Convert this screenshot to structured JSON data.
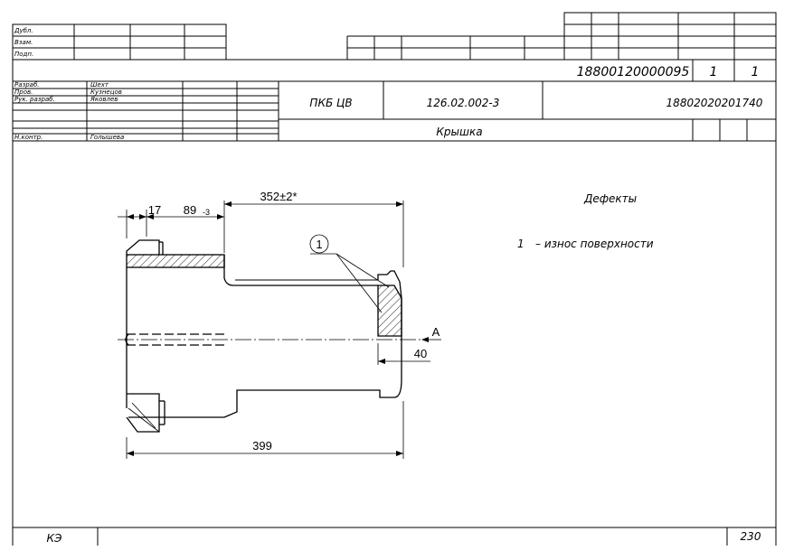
{
  "title_block": {
    "top_left_labels": [
      "Дубл.",
      "Взам.",
      "Подп."
    ],
    "doc_number_top": "18800120000095",
    "sheet": "1",
    "sheets": "1",
    "roles": [
      {
        "role": "Разраб.",
        "name": "Шехт"
      },
      {
        "role": "Пров.",
        "name": "Кузнецов"
      },
      {
        "role": "Рук. разраб.",
        "name": "Яковлев"
      },
      {
        "role": "",
        "name": ""
      },
      {
        "role": "Н.контр.",
        "name": "Голышева"
      }
    ],
    "organization": "ПКБ ЦВ",
    "drawing_number": "126.02.002-3",
    "code": "18802020201740",
    "part_name": "Крышка"
  },
  "legend": {
    "title": "Дефекты",
    "items": [
      {
        "number": "1",
        "text": "– износ поверхности"
      }
    ]
  },
  "dimensions": {
    "d17": "17",
    "d89": "89",
    "d89_tol": "-3",
    "d352": "352±2*",
    "d399": "399",
    "d40": "40",
    "view": "А",
    "callout": "1"
  },
  "footer": {
    "doc_type": "КЭ",
    "page": "230"
  }
}
